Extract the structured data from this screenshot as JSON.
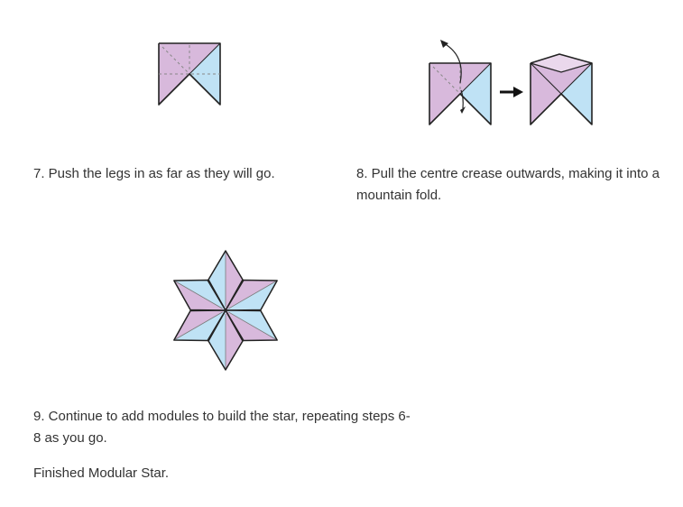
{
  "steps": [
    {
      "id": 7,
      "text": "7. Push the legs in as far as they will go."
    },
    {
      "id": 8,
      "text": "8. Pull the centre crease outwards, making it into a mountain fold."
    },
    {
      "id": 9,
      "text": "9. Continue to add modules to build the star, repeating steps 6-8 as you go."
    }
  ],
  "finished": "Finished Modular Star.",
  "colors": {
    "pink": "#d8b9dc",
    "blue": "#bfe2f5",
    "outline": "#222222",
    "crease": "#888888"
  },
  "icons": [
    "arrow-right-icon",
    "curved-arrow-icon"
  ]
}
